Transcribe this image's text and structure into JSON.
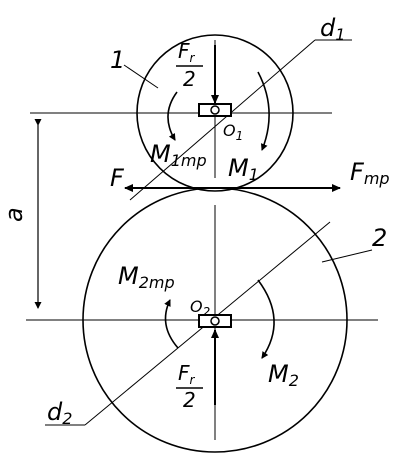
{
  "labels": {
    "d1": "d",
    "d1_sub": "1",
    "d2": "d",
    "d2_sub": "2",
    "gear1_id": "1",
    "gear2_id": "2",
    "o1": "O",
    "o1_sub": "1",
    "o2": "O",
    "o2_sub": "2",
    "a": "a",
    "F": "F",
    "Ftr": "F",
    "Ftr_sub": "mp",
    "M1": "M",
    "M1_sub": "1",
    "M1tr": "M",
    "M1tr_sub": "1mp",
    "M2": "M",
    "M2_sub": "2",
    "M2tr": "M",
    "M2tr_sub": "2mp",
    "fr_top_num": "F",
    "fr_top_num_sub": "r",
    "fr_top_den": "2",
    "fr_bot_num": "F",
    "fr_bot_num_sub": "r",
    "fr_bot_den": "2"
  }
}
